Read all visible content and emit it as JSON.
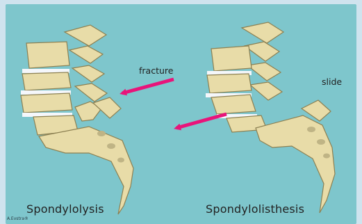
{
  "figure": {
    "labels": {
      "fracture": "fracture",
      "slide": "slide"
    },
    "captions": {
      "left": "Spondylolysis",
      "right": "Spondylolisthesis"
    },
    "credit": "A.Evstra®",
    "colors": {
      "frame": "#cfe3ee",
      "background": "#7ec6cc",
      "bone": "#e8dca8",
      "bone_outline": "#8c8052",
      "disc": "#f5f7fb",
      "arrow": "#e8147a"
    }
  }
}
